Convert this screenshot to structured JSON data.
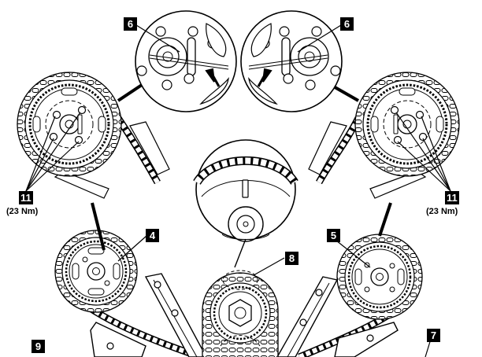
{
  "callouts": {
    "cam_mark_left": "6",
    "cam_mark_right": "6",
    "bolts_left": "11",
    "bolts_right": "11",
    "sprocket_left": "4",
    "sprocket_right": "5",
    "crank_mark": "8",
    "tensioner": "7",
    "guide_rail": "9"
  },
  "torque": {
    "bolts_left": "(23 Nm)",
    "bolts_right": "(23 Nm)"
  },
  "colors": {
    "line": "#000000",
    "fill": "#ffffff",
    "label_bg": "#000000",
    "label_text": "#ffffff"
  }
}
